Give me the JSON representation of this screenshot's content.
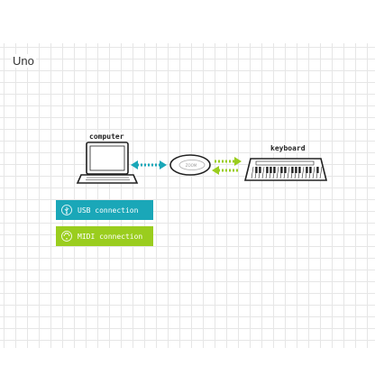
{
  "title": "Uno",
  "devices": {
    "computer_label": "computer",
    "interface_text": "ZOOM",
    "keyboard_label": "keyboard"
  },
  "legend": [
    {
      "label": "USB connection",
      "color": "#1aa7b8",
      "icon": "usb-icon"
    },
    {
      "label": "MIDI connection",
      "color": "#9acd1e",
      "icon": "midi-din-icon"
    }
  ]
}
